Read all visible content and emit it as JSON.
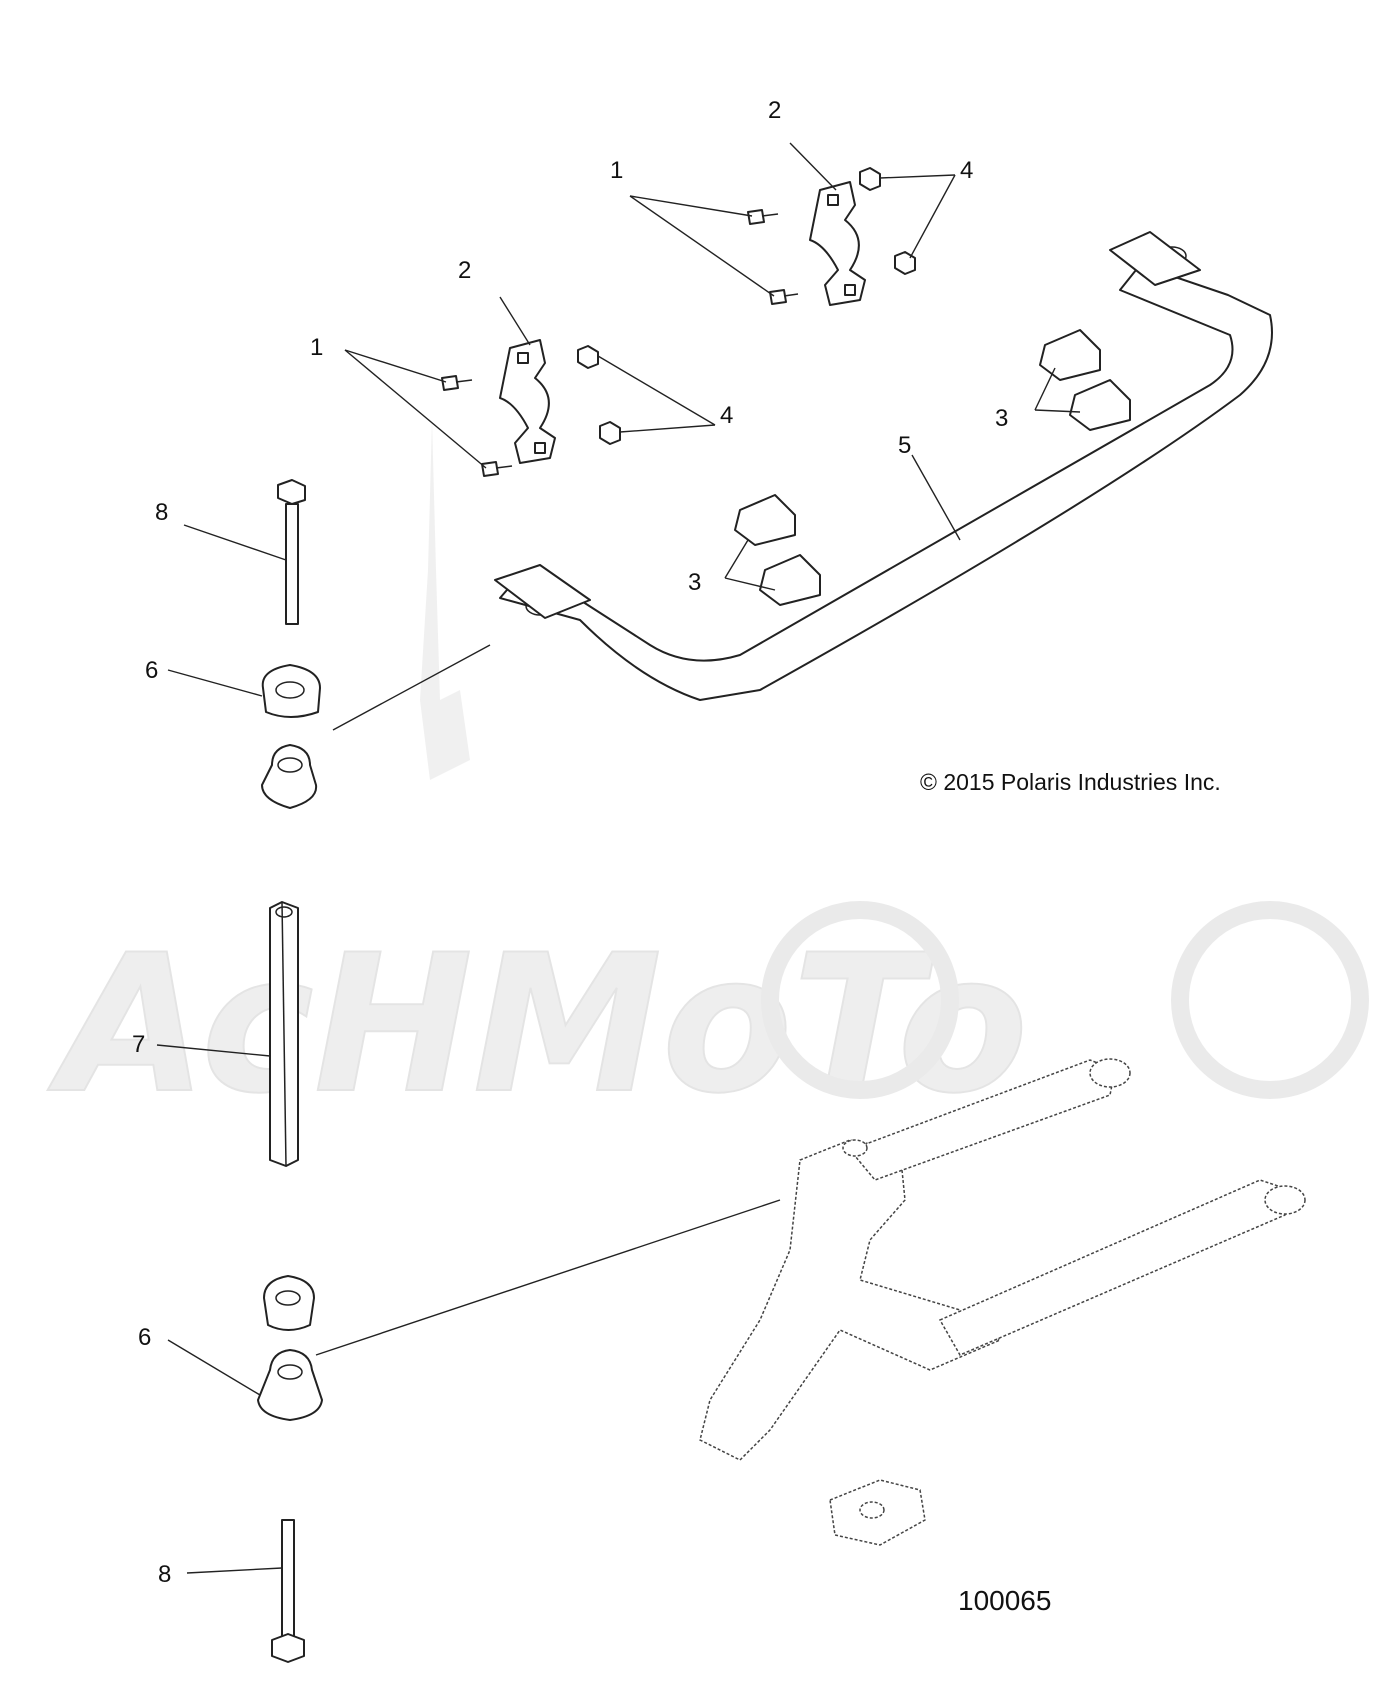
{
  "diagram": {
    "copyright": "© 2015 Polaris Industries Inc.",
    "part_number": "100065",
    "watermark": "AcHMoTo",
    "callouts": {
      "c1a": "1",
      "c1b": "1",
      "c2a": "2",
      "c2b": "2",
      "c3a": "3",
      "c3b": "3",
      "c4a": "4",
      "c4b": "4",
      "c5": "5",
      "c6a": "6",
      "c6b": "6",
      "c7": "7",
      "c8a": "8",
      "c8b": "8"
    }
  }
}
